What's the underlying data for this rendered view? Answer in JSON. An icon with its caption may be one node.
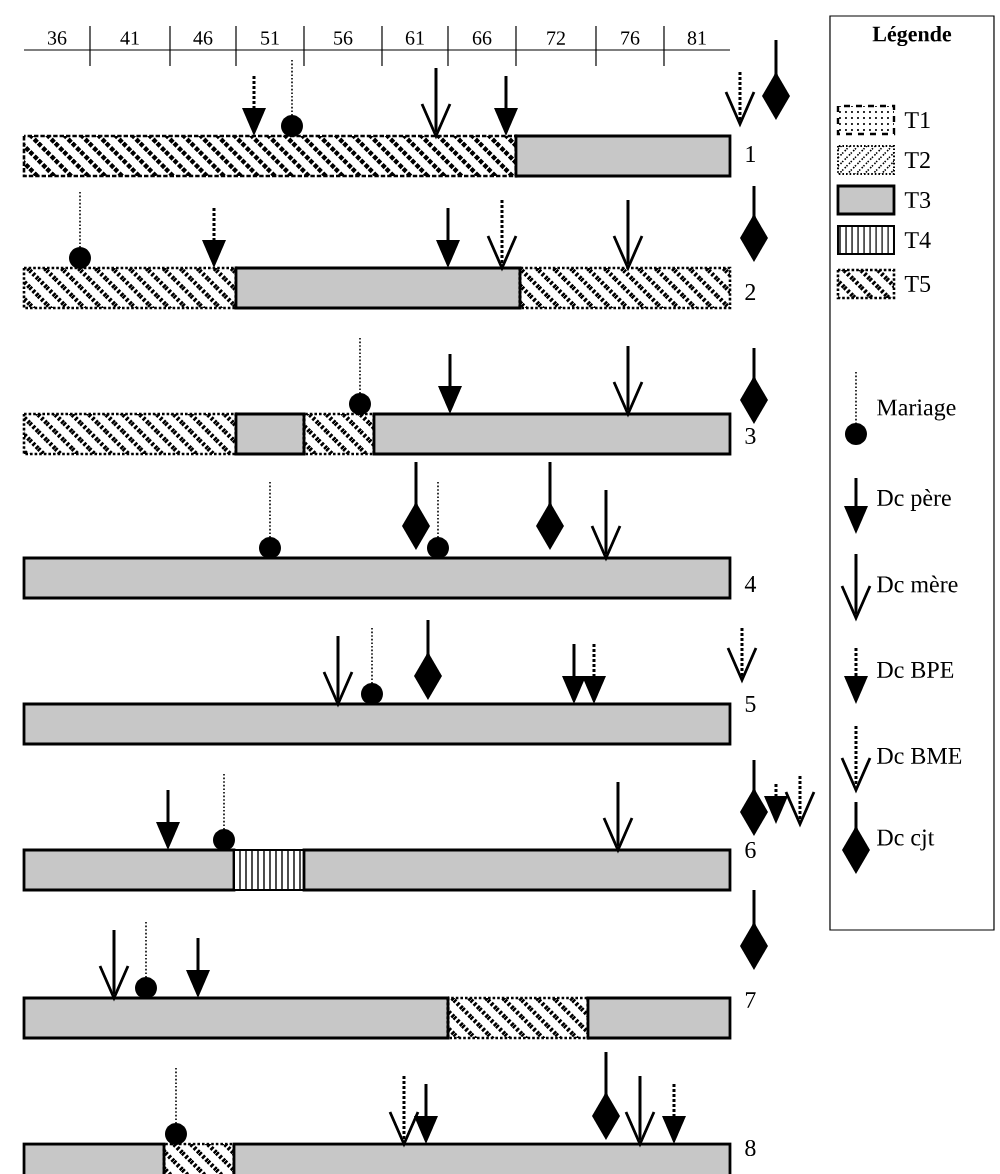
{
  "diagram": {
    "labels": [
      "36",
      "41",
      "46",
      "51",
      "56",
      "61",
      "66",
      "72",
      "76",
      "81",
      "Légende",
      "1",
      "2",
      "3",
      "4",
      "5",
      "6",
      "7",
      "8"
    ],
    "legend": [
      {
        "text": "T1"
      },
      {
        "text": "T2"
      },
      {
        "text": "T3"
      },
      {
        "text": "T4"
      },
      {
        "text": "T5"
      },
      {
        "text": "Mariage"
      },
      {
        "text": "Dc père"
      },
      {
        "text": "Dc mère"
      },
      {
        "text": "Dc BPE"
      },
      {
        "text": "Dc BME"
      },
      {
        "text": "Dc cjt"
      }
    ]
  }
}
